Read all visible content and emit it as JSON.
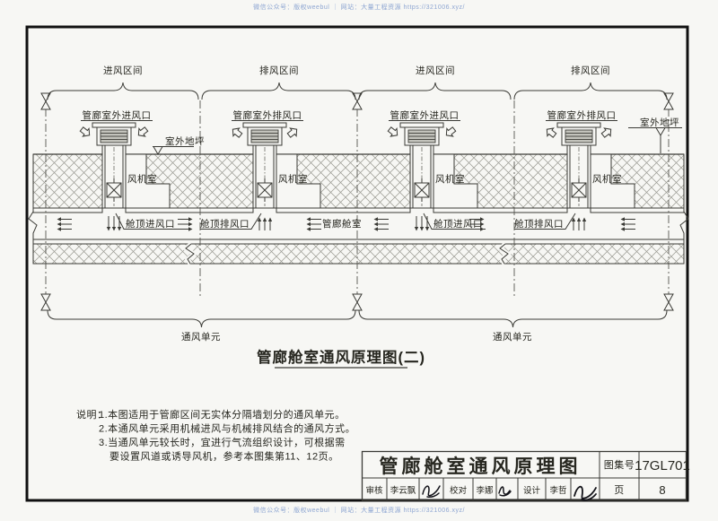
{
  "watermark": {
    "text": "微信公众号：版权weebul ｜ 网站：大量工程资源 https://321006.xyz/",
    "color": "#8ea6d2"
  },
  "sections": {
    "intake": "进风区间",
    "exhaust": "排风区间",
    "unit": "通风单元"
  },
  "diagram": {
    "caption": "管廊舱室通风原理图(二)",
    "ground_level_label": "室外地坪",
    "gallery_label": "管廊舱室",
    "shafts": [
      {
        "type": "intake",
        "top_label": "管廊室外进风口",
        "room_label": "风机室",
        "vent_label": "舱顶进风口"
      },
      {
        "type": "exhaust",
        "top_label": "管廊室外排风口",
        "room_label": "风机室",
        "vent_label": "舱顶排风口"
      },
      {
        "type": "intake",
        "top_label": "管廊室外进风口",
        "room_label": "风机室",
        "vent_label": "舱顶进风口"
      },
      {
        "type": "exhaust",
        "top_label": "管廊室外排风口",
        "room_label": "风机室",
        "vent_label": "舱顶排风口"
      }
    ]
  },
  "notes": {
    "label": "说明：",
    "line1": "1.本图适用于管廊区间无实体分隔墙划分的通风单元。",
    "line2": "2.本通风单元采用机械进风与机械排风结合的通风方式。",
    "line3": "3.当通风单元较长时，宜进行气流组织设计，可根据需",
    "line4": "要设置风道或诱导风机，参考本图集第11、12页。"
  },
  "title_block": {
    "title": "管廊舱室通风原理图",
    "atlas_label": "图集号",
    "atlas_no": "17GL701",
    "page_label": "页",
    "page_no": "8",
    "roles": [
      {
        "label": "审核",
        "name": "李云飘"
      },
      {
        "label": "校对",
        "name": "李娜"
      },
      {
        "label": "设计",
        "name": "李哲"
      }
    ]
  },
  "colors": {
    "line": "#3b3b36",
    "hatch": "#9b9b93",
    "paper": "#f7f7f4",
    "watermark": "#8ea6d2"
  }
}
